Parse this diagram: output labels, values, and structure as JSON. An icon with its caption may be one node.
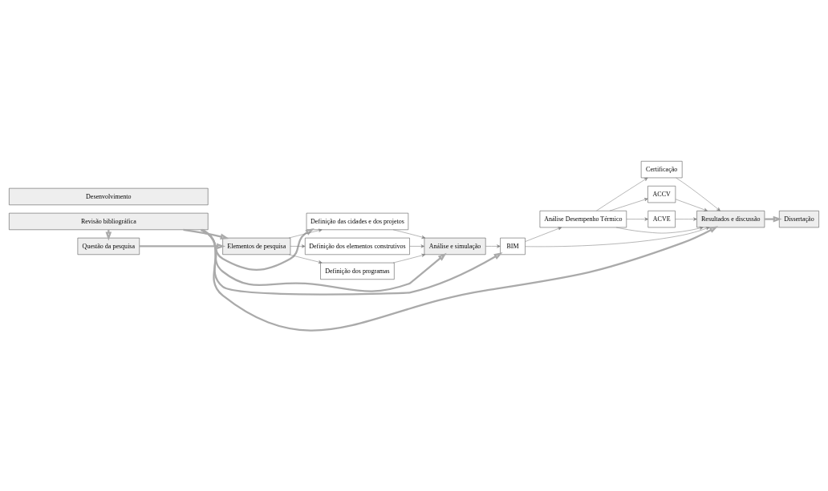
{
  "diagram": {
    "nodes": [
      {
        "text": [
          "Revisão bibliográfica"
        ]
      },
      {
        "text": [
          "Questão da pesquisa"
        ]
      },
      {
        "text": [
          "Elementos de pesquisa"
        ]
      },
      {
        "text": [
          "Definição das cidades e dos projetos"
        ]
      },
      {
        "text": [
          "Definição dos elementos construtivos"
        ]
      },
      {
        "text": [
          "Definição dos programas"
        ]
      },
      {
        "text": [
          "Análise e simulação"
        ]
      },
      {
        "text": [
          "BIM"
        ]
      },
      {
        "text": [
          "Análise Desempenho Térmico"
        ]
      },
      {
        "text": [
          "Certificação"
        ]
      },
      {
        "text": [
          "ACCV"
        ]
      },
      {
        "text": [
          "ACVE"
        ]
      },
      {
        "text": [
          "Resultados e discussão"
        ]
      },
      {
        "text": [
          "Dissertação"
        ]
      },
      {
        "text": [
          "Desenvolvimento"
        ]
      }
    ],
    "edges": [
      {
        "from": 0,
        "to": 1,
        "arrow": "to",
        "style": "thick"
      },
      {
        "from": 0,
        "to": 2,
        "arrow": "to",
        "style": "thick"
      },
      {
        "from": 0,
        "to": 3,
        "arrow": "to",
        "style": "thick"
      },
      {
        "from": 0,
        "to": 6,
        "arrow": "to",
        "style": "thick"
      },
      {
        "from": 0,
        "to": 7,
        "arrow": "to",
        "style": "thick"
      },
      {
        "from": 0,
        "to": 12,
        "arrow": "to",
        "style": "thick"
      },
      {
        "from": 1,
        "to": 2,
        "arrow": "to",
        "style": "thick"
      },
      {
        "from": 2,
        "to": 3,
        "arrow": "to"
      },
      {
        "from": 2,
        "to": 4,
        "arrow": "to"
      },
      {
        "from": 2,
        "to": 5,
        "arrow": "to"
      },
      {
        "from": 3,
        "to": 6,
        "arrow": "to"
      },
      {
        "from": 4,
        "to": 6,
        "arrow": "to"
      },
      {
        "from": 5,
        "to": 6,
        "arrow": "to"
      },
      {
        "from": 6,
        "to": 7,
        "arrow": "to"
      },
      {
        "from": 7,
        "to": 8,
        "arrow": "to"
      },
      {
        "from": 8,
        "to": 9,
        "arrow": "to"
      },
      {
        "from": 8,
        "to": 10,
        "arrow": "to"
      },
      {
        "from": 8,
        "to": 11,
        "arrow": "to"
      },
      {
        "from": 7,
        "to": 12,
        "arrow": "to"
      },
      {
        "from": 8,
        "to": 12,
        "arrow": "to"
      },
      {
        "from": 9,
        "to": 12,
        "arrow": "to"
      },
      {
        "from": 10,
        "to": 12,
        "arrow": "to"
      },
      {
        "from": 11,
        "to": 12,
        "arrow": "to"
      },
      {
        "from": 12,
        "to": 13,
        "arrow": "to",
        "style": "thick"
      }
    ]
  }
}
